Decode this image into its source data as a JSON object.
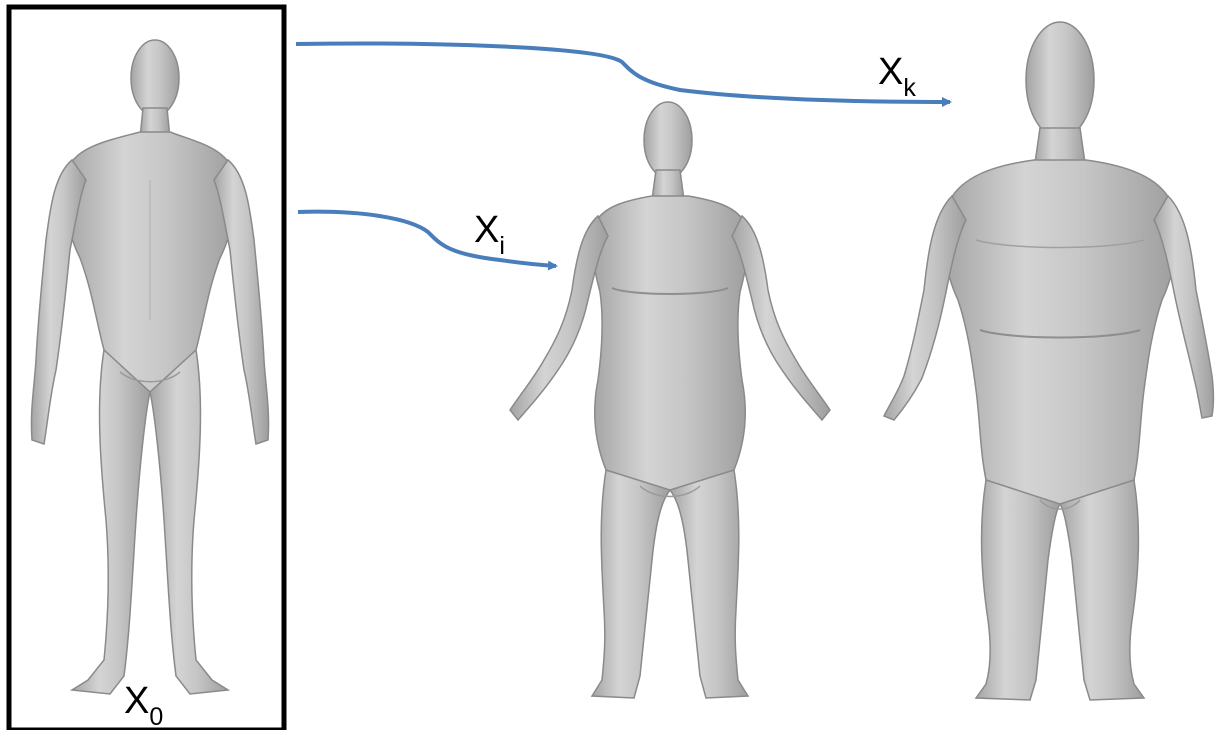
{
  "labels": {
    "x0": {
      "base": "X",
      "sub": "0"
    },
    "xi": {
      "base": "X",
      "sub": "i"
    },
    "xk": {
      "base": "X",
      "sub": "k"
    }
  },
  "colors": {
    "arrow": "#4a7ebb",
    "frame": "#000000",
    "body_fill": "#c9c9c9",
    "body_stroke": "#8c8c8c",
    "body_shade": "#a9a9a9"
  },
  "figures": [
    {
      "name": "template-body",
      "description_hidden": true
    },
    {
      "name": "target-body-i",
      "description_hidden": true
    },
    {
      "name": "target-body-k",
      "description_hidden": true
    }
  ]
}
